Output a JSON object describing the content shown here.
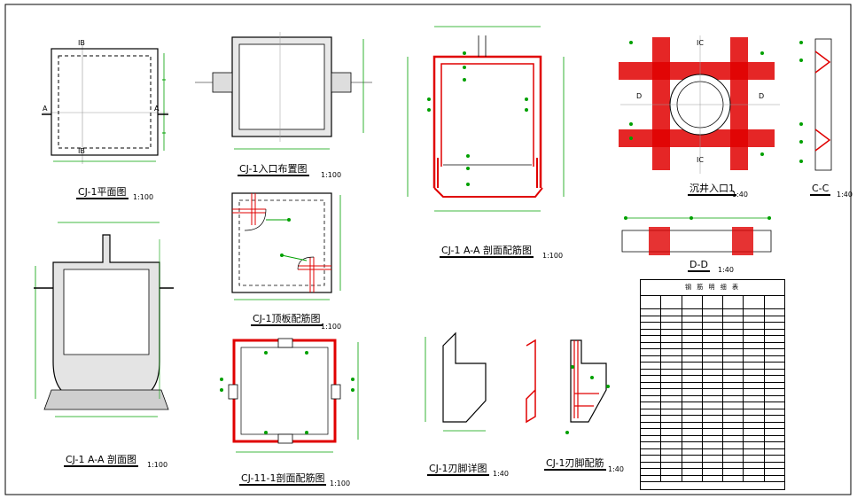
{
  "views": {
    "plan": {
      "title": "CJ-1平面图",
      "scale": "1:100",
      "section_mark_top": "IB",
      "section_mark_bottom": "IB",
      "section_mark_left": "A",
      "section_mark_right": "A"
    },
    "entrance_layout": {
      "title": "CJ-1入口布置图",
      "scale": "1:100"
    },
    "section_a_a_left": {
      "title": "CJ-1 A-A 剖面图",
      "scale": "1:100"
    },
    "top_slab_rebar": {
      "title": "CJ-1顶板配筋图",
      "scale": "1:100"
    },
    "section_1_1_rebar": {
      "title": "CJ-11-1剖面配筋图",
      "scale": "1:100"
    },
    "section_a_a_rebar": {
      "title": "CJ-1 A-A 剖面配筋图",
      "scale": "1:100"
    },
    "shaft_entrance": {
      "title": "沉井入口1",
      "scale": "1:40",
      "mark_top": "IC",
      "mark_bottom": "IC",
      "mark_left": "D",
      "mark_right": "D"
    },
    "section_c_c": {
      "title": "C-C",
      "scale": "1:40"
    },
    "section_d_d": {
      "title": "D-D",
      "scale": "1:40"
    },
    "cutting_edge_detail": {
      "title": "CJ-1刃脚详图",
      "scale": "1:40"
    },
    "cutting_edge_rebar": {
      "title": "CJ-1刃脚配筋",
      "scale": "1:40"
    }
  },
  "rebar_table": {
    "title": "钢 筋 明 细 表",
    "rows": 26
  },
  "colors": {
    "line": "#000000",
    "rebar": "#e00000",
    "annotation": "#00a000",
    "hatch": "#555555"
  }
}
